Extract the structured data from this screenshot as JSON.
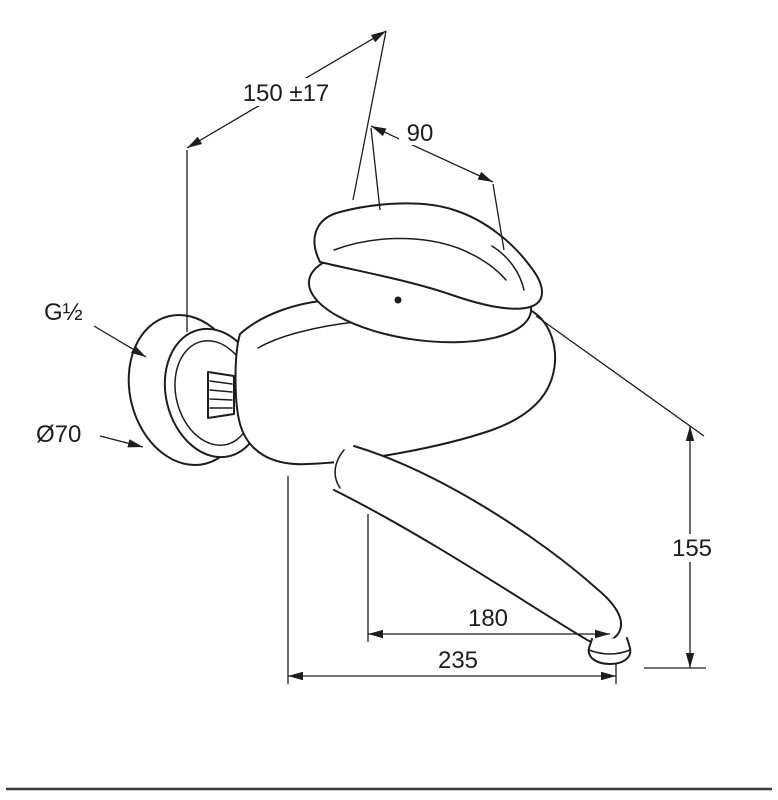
{
  "drawing": {
    "labels": {
      "connection_spacing": "150 ±17",
      "handle_projection": "90",
      "thread_size": "G½",
      "flange_diameter": "Ø70",
      "outlet_drop": "155",
      "spout_reach": "180",
      "total_projection": "235"
    },
    "colors": {
      "line": "#1d1d1b",
      "background": "#ffffff",
      "page_rule": "#3a3a3a"
    }
  }
}
